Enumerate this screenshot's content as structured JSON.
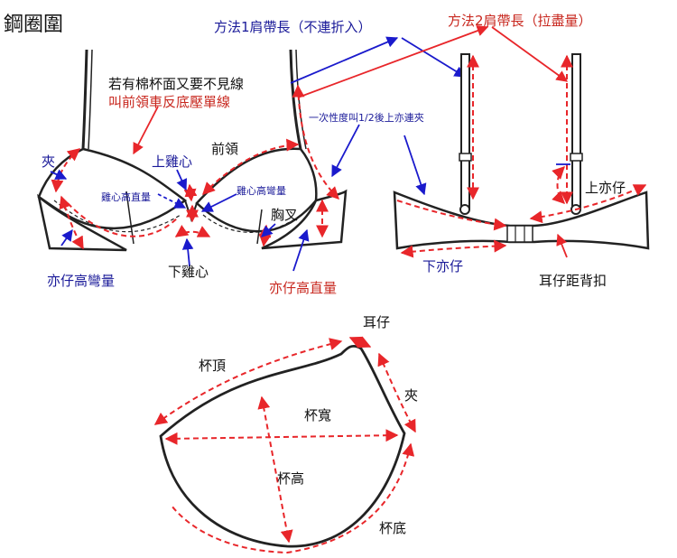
{
  "title": "鋼圈圍",
  "colors": {
    "outline": "#222222",
    "measure_red": "#e8262a",
    "pointer_blue": "#1a1acc",
    "text_blue": "#1a1a99",
    "text_red": "#c8281f",
    "text_black": "#111111"
  },
  "labels": {
    "strap_method1": "方法1肩帶長（不連折入）",
    "strap_method2": "方法2肩帶長（拉盡量）",
    "note_line1": "若有棉杯面又要不見線",
    "note_line2": "叫前領車反底壓單線",
    "armhole": "夾",
    "center_top": "上雞心",
    "neckline": "前領",
    "center_height": "雞心高直量",
    "center_height_right": "雞心高彎量",
    "gore_side": "胸叉",
    "center_bottom": "下雞心",
    "wing_curve": "亦仔高彎量",
    "wing_straight": "亦仔高直量",
    "one_piece_note": "一次性度叫1/2後上亦連夾",
    "upper_wing": "上亦仔",
    "lower_wing": "下亦仔",
    "strap_to_hook": "耳仔距背扣",
    "cup_strap_tab": "耳仔",
    "cup_top": "杯頂",
    "cup_armhole": "夾",
    "cup_width": "杯寬",
    "cup_height": "杯高",
    "cup_bottom": "杯底"
  }
}
